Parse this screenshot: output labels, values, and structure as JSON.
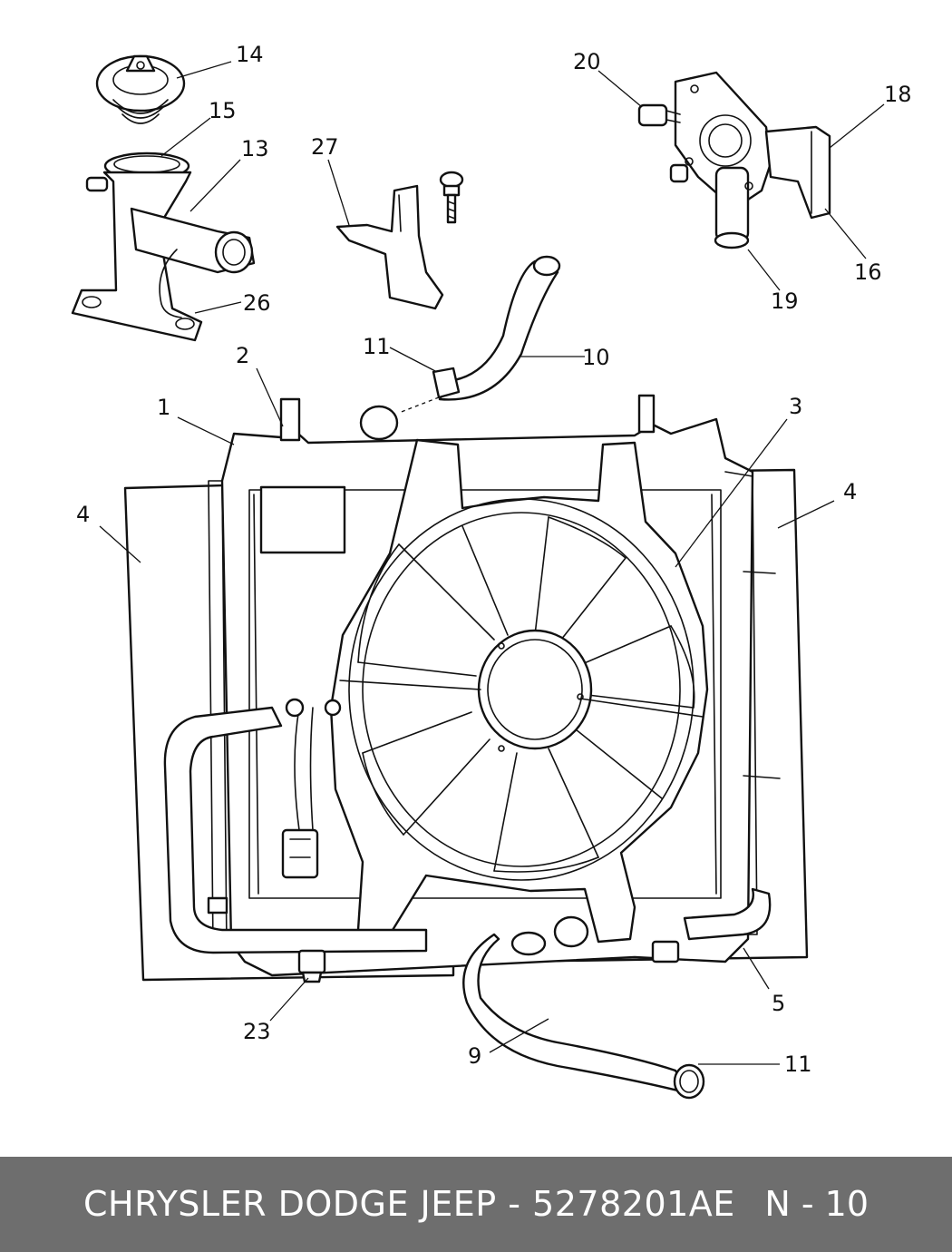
{
  "diagram": {
    "callouts": {
      "c1": "1",
      "c2": "2",
      "c3": "3",
      "c4_left": "4",
      "c4_right": "4",
      "c5": "5",
      "c9": "9",
      "c10": "10",
      "c11_top": "11",
      "c11_bottom": "11",
      "c13": "13",
      "c14": "14",
      "c15": "15",
      "c16": "16",
      "c18": "18",
      "c19": "19",
      "c20": "20",
      "c23": "23",
      "c26": "26",
      "c27": "27"
    }
  },
  "footer": {
    "title": "CHRYSLER DODGE JEEP - 5278201AE",
    "page": "N - 10"
  }
}
